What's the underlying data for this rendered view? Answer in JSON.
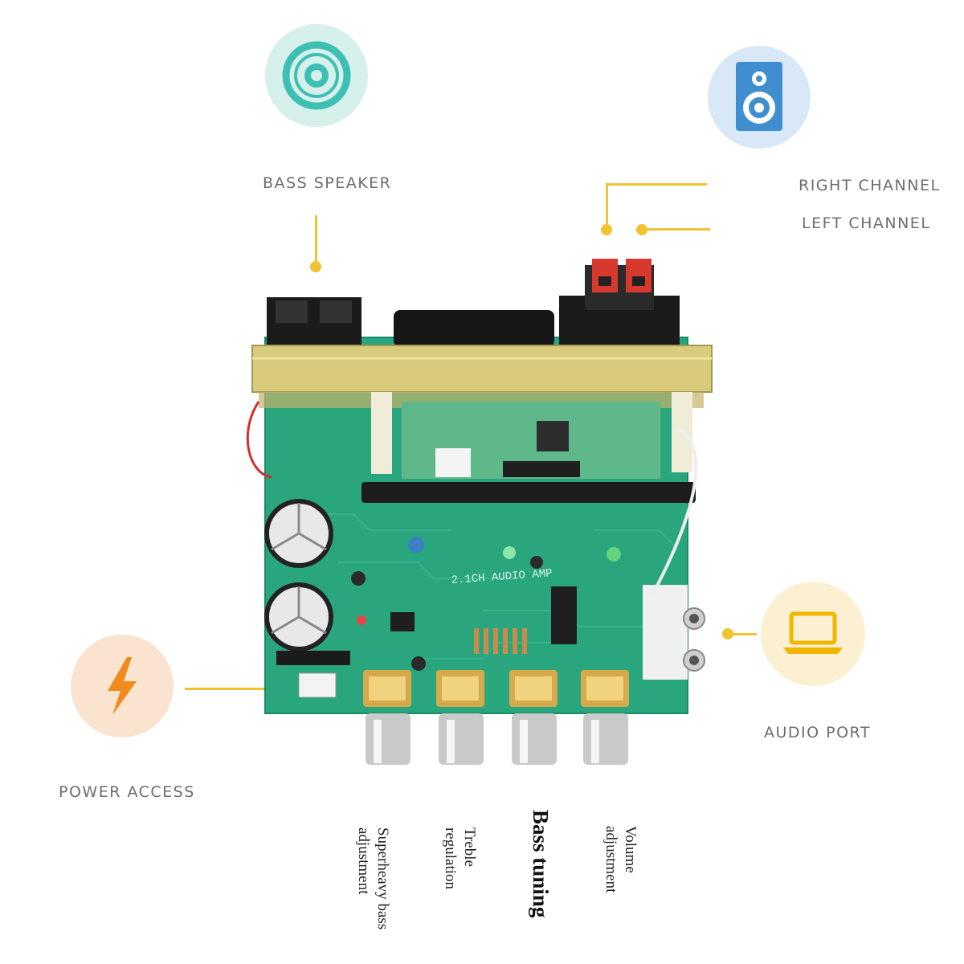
{
  "callouts": {
    "bass_speaker": "BASS SPEAKER",
    "right_channel": "RIGHT CHANNEL",
    "left_channel": "LEFT CHANNEL",
    "audio_port": "AUDIO PORT",
    "power_access": "POWER ACCESS"
  },
  "board": {
    "silkscreen": "2.1CH AUDIO AMP"
  },
  "knobs": [
    {
      "label": "Superheavy bass adjustment"
    },
    {
      "label": "Treble regulation"
    },
    {
      "label": "Bass tuning"
    },
    {
      "label": "Volume adjustment"
    }
  ],
  "icons": [
    "woofer-icon",
    "speaker-cabinet-icon",
    "laptop-icon",
    "lightning-bolt-icon"
  ],
  "colors": {
    "accent_line": "#f1c232",
    "icon_bg_mint": "#d6f0ec",
    "icon_bg_blue": "#d9e8f6",
    "icon_bg_yellow": "#fbf0d2",
    "icon_bg_peach": "#fae3cf",
    "pcb_green": "#2aa67f"
  }
}
